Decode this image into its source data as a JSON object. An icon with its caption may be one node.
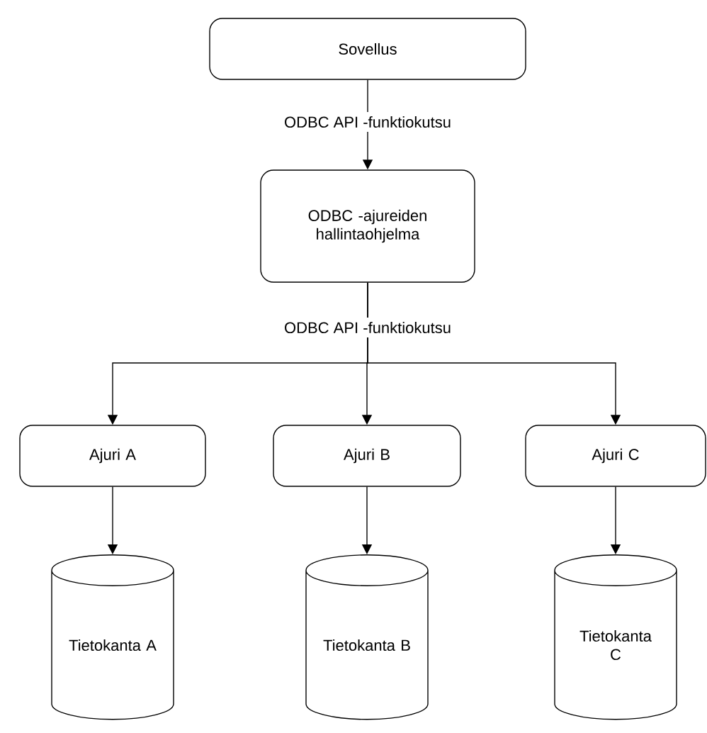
{
  "diagram": {
    "nodes": [
      {
        "text": [
          "Sovellus"
        ]
      },
      {
        "text": [
          "ODBC -ajureiden hallintaohjelma"
        ]
      },
      {
        "text": [
          "Ajuri A"
        ]
      },
      {
        "text": [
          "Ajuri B"
        ]
      },
      {
        "text": [
          "Ajuri C"
        ]
      },
      {
        "text": [
          "Tietokanta A"
        ]
      },
      {
        "text": [
          "Tietokanta B"
        ]
      },
      {
        "text": [
          "Tietokanta C"
        ]
      }
    ],
    "edges": [
      {
        "from": 0,
        "to": 1,
        "arrow": "to",
        "label": "ODBC API -funktiokutsu"
      },
      {
        "from": 1,
        "to": 2,
        "arrow": "to"
      },
      {
        "from": 1,
        "to": 3,
        "arrow": "to",
        "label": "ODBC API -funktiokutsu"
      },
      {
        "from": 1,
        "to": 4,
        "arrow": "to"
      },
      {
        "from": 2,
        "to": 5,
        "arrow": "to"
      },
      {
        "from": 3,
        "to": 6,
        "arrow": "to"
      },
      {
        "from": 4,
        "to": 7,
        "arrow": "to"
      }
    ]
  }
}
